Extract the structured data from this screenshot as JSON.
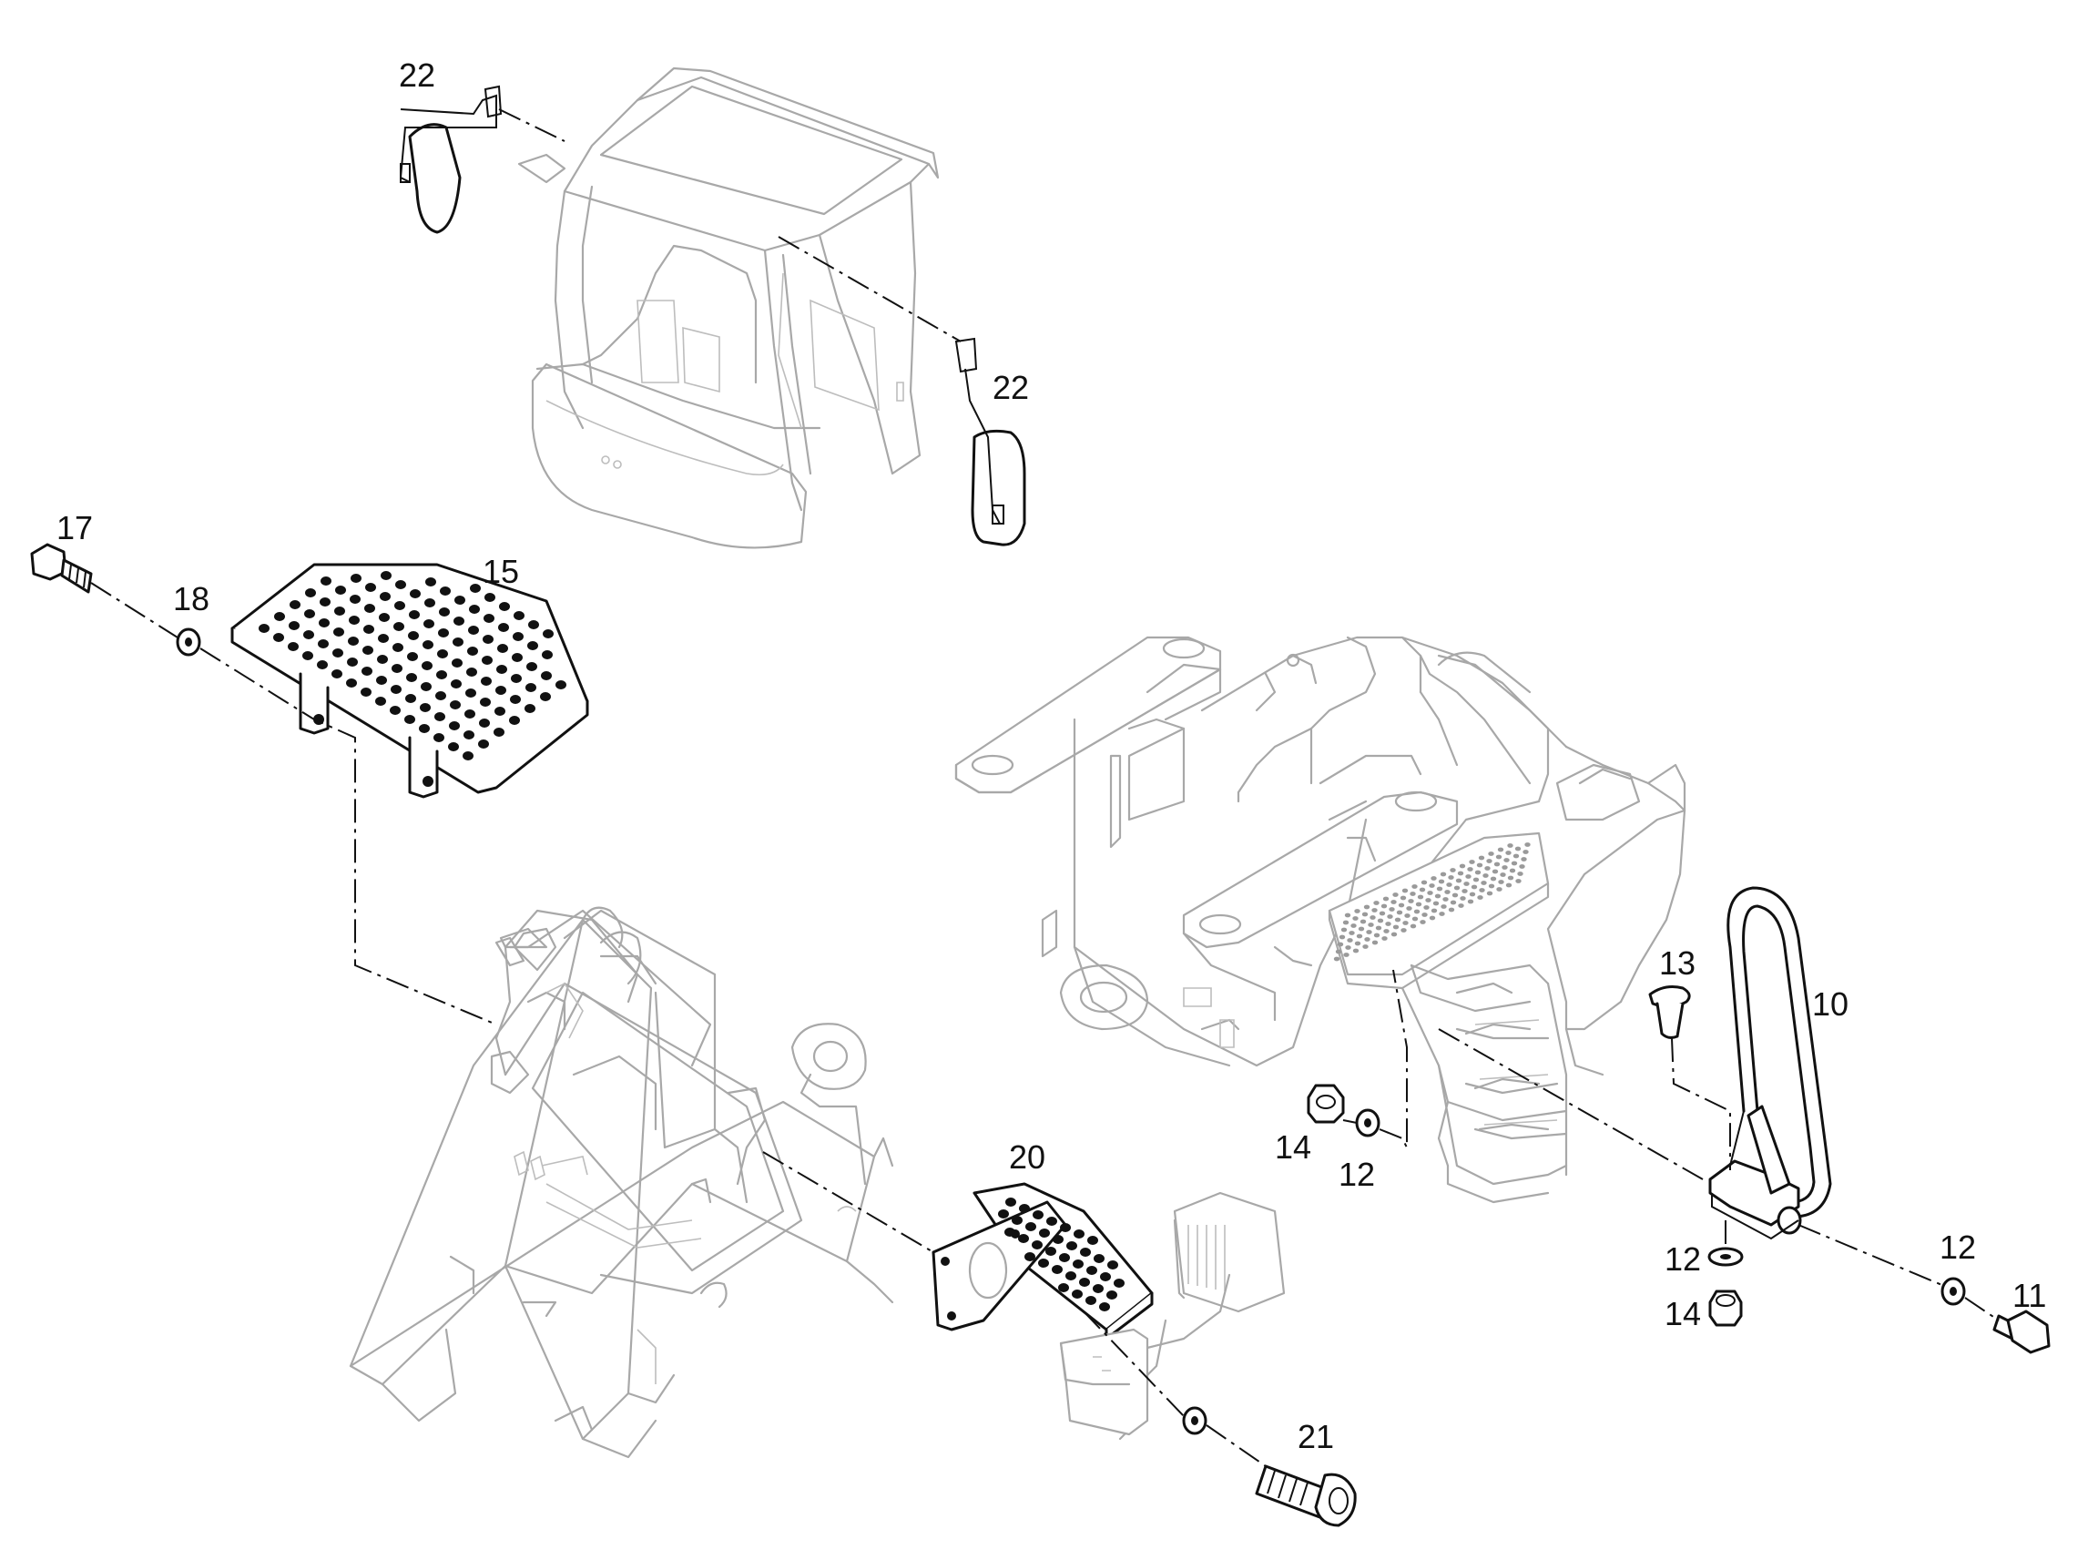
{
  "callouts": {
    "mirror_left": "22",
    "mirror_right": "22",
    "bolt_17": "17",
    "washer_18": "18",
    "step_15": "15",
    "bolt_13": "13",
    "handrail_10": "10",
    "nut_14_left": "14",
    "washer_12_left": "12",
    "step_20": "20",
    "washer_12_rail": "12",
    "washer_12_right": "12",
    "nut_14_rail": "14",
    "bolt_11": "11",
    "bolt_21": "21"
  },
  "colors": {
    "part_line": "#111111",
    "ghost_line": "#a8a8a8",
    "background": "#ffffff"
  }
}
